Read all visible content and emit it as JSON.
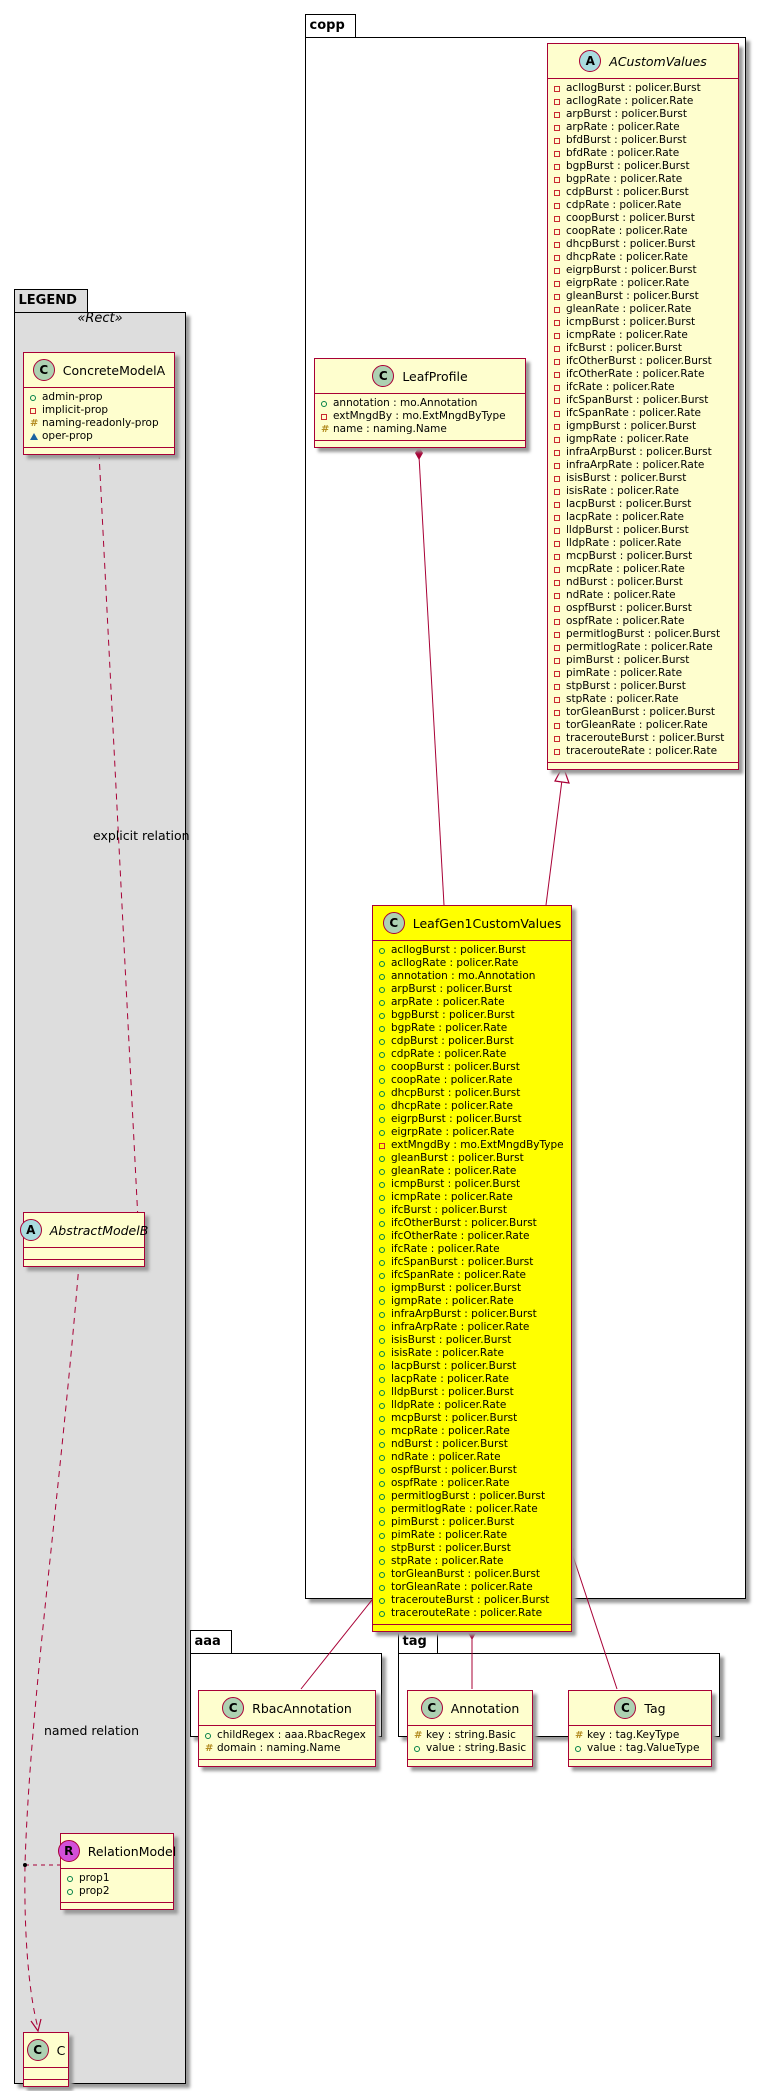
{
  "packages": {
    "legend": {
      "name": "LEGEND",
      "stereotype": "«Rect»"
    },
    "copp": {
      "name": "copp"
    },
    "aaa": {
      "name": "aaa"
    },
    "tag": {
      "name": "tag"
    }
  },
  "classes": {
    "concrete_model_a": {
      "name": "ConcreteModelA",
      "spot": "C",
      "attributes": [
        {
          "vis": "public",
          "text": "admin-prop"
        },
        {
          "vis": "private",
          "text": "implicit-prop"
        },
        {
          "vis": "protected",
          "text": "naming-readonly-prop"
        },
        {
          "vis": "package",
          "text": "oper-prop"
        }
      ]
    },
    "abstract_model_b": {
      "name": "AbstractModelB",
      "spot": "A",
      "attributes": []
    },
    "relation_model": {
      "name": "RelationModel",
      "spot": "R",
      "attributes": [
        {
          "vis": "public",
          "text": "prop1"
        },
        {
          "vis": "public",
          "text": "prop2"
        }
      ]
    },
    "class_c": {
      "name": "C",
      "spot": "C",
      "attributes": []
    },
    "leaf_profile": {
      "name": "LeafProfile",
      "spot": "C",
      "attributes": [
        {
          "vis": "public",
          "text": "annotation : mo.Annotation"
        },
        {
          "vis": "private",
          "text": "extMngdBy : mo.ExtMngdByType"
        },
        {
          "vis": "protected",
          "text": "name : naming.Name"
        }
      ]
    },
    "a_custom_values": {
      "name": "ACustomValues",
      "spot": "A",
      "attributes": [
        {
          "vis": "private",
          "text": "acllogBurst : policer.Burst"
        },
        {
          "vis": "private",
          "text": "acllogRate : policer.Rate"
        },
        {
          "vis": "private",
          "text": "arpBurst : policer.Burst"
        },
        {
          "vis": "private",
          "text": "arpRate : policer.Rate"
        },
        {
          "vis": "private",
          "text": "bfdBurst : policer.Burst"
        },
        {
          "vis": "private",
          "text": "bfdRate : policer.Rate"
        },
        {
          "vis": "private",
          "text": "bgpBurst : policer.Burst"
        },
        {
          "vis": "private",
          "text": "bgpRate : policer.Rate"
        },
        {
          "vis": "private",
          "text": "cdpBurst : policer.Burst"
        },
        {
          "vis": "private",
          "text": "cdpRate : policer.Rate"
        },
        {
          "vis": "private",
          "text": "coopBurst : policer.Burst"
        },
        {
          "vis": "private",
          "text": "coopRate : policer.Rate"
        },
        {
          "vis": "private",
          "text": "dhcpBurst : policer.Burst"
        },
        {
          "vis": "private",
          "text": "dhcpRate : policer.Rate"
        },
        {
          "vis": "private",
          "text": "eigrpBurst : policer.Burst"
        },
        {
          "vis": "private",
          "text": "eigrpRate : policer.Rate"
        },
        {
          "vis": "private",
          "text": "gleanBurst : policer.Burst"
        },
        {
          "vis": "private",
          "text": "gleanRate : policer.Rate"
        },
        {
          "vis": "private",
          "text": "icmpBurst : policer.Burst"
        },
        {
          "vis": "private",
          "text": "icmpRate : policer.Rate"
        },
        {
          "vis": "private",
          "text": "ifcBurst : policer.Burst"
        },
        {
          "vis": "private",
          "text": "ifcOtherBurst : policer.Burst"
        },
        {
          "vis": "private",
          "text": "ifcOtherRate : policer.Rate"
        },
        {
          "vis": "private",
          "text": "ifcRate : policer.Rate"
        },
        {
          "vis": "private",
          "text": "ifcSpanBurst : policer.Burst"
        },
        {
          "vis": "private",
          "text": "ifcSpanRate : policer.Rate"
        },
        {
          "vis": "private",
          "text": "igmpBurst : policer.Burst"
        },
        {
          "vis": "private",
          "text": "igmpRate : policer.Rate"
        },
        {
          "vis": "private",
          "text": "infraArpBurst : policer.Burst"
        },
        {
          "vis": "private",
          "text": "infraArpRate : policer.Rate"
        },
        {
          "vis": "private",
          "text": "isisBurst : policer.Burst"
        },
        {
          "vis": "private",
          "text": "isisRate : policer.Rate"
        },
        {
          "vis": "private",
          "text": "lacpBurst : policer.Burst"
        },
        {
          "vis": "private",
          "text": "lacpRate : policer.Rate"
        },
        {
          "vis": "private",
          "text": "lldpBurst : policer.Burst"
        },
        {
          "vis": "private",
          "text": "lldpRate : policer.Rate"
        },
        {
          "vis": "private",
          "text": "mcpBurst : policer.Burst"
        },
        {
          "vis": "private",
          "text": "mcpRate : policer.Rate"
        },
        {
          "vis": "private",
          "text": "ndBurst : policer.Burst"
        },
        {
          "vis": "private",
          "text": "ndRate : policer.Rate"
        },
        {
          "vis": "private",
          "text": "ospfBurst : policer.Burst"
        },
        {
          "vis": "private",
          "text": "ospfRate : policer.Rate"
        },
        {
          "vis": "private",
          "text": "permitlogBurst : policer.Burst"
        },
        {
          "vis": "private",
          "text": "permitlogRate : policer.Rate"
        },
        {
          "vis": "private",
          "text": "pimBurst : policer.Burst"
        },
        {
          "vis": "private",
          "text": "pimRate : policer.Rate"
        },
        {
          "vis": "private",
          "text": "stpBurst : policer.Burst"
        },
        {
          "vis": "private",
          "text": "stpRate : policer.Rate"
        },
        {
          "vis": "private",
          "text": "torGleanBurst : policer.Burst"
        },
        {
          "vis": "private",
          "text": "torGleanRate : policer.Rate"
        },
        {
          "vis": "private",
          "text": "tracerouteBurst : policer.Burst"
        },
        {
          "vis": "private",
          "text": "tracerouteRate : policer.Rate"
        }
      ]
    },
    "leaf_gen1_custom_values": {
      "name": "LeafGen1CustomValues",
      "spot": "C",
      "attributes": [
        {
          "vis": "public",
          "text": "acllogBurst : policer.Burst"
        },
        {
          "vis": "public",
          "text": "acllogRate : policer.Rate"
        },
        {
          "vis": "public",
          "text": "annotation : mo.Annotation"
        },
        {
          "vis": "public",
          "text": "arpBurst : policer.Burst"
        },
        {
          "vis": "public",
          "text": "arpRate : policer.Rate"
        },
        {
          "vis": "public",
          "text": "bgpBurst : policer.Burst"
        },
        {
          "vis": "public",
          "text": "bgpRate : policer.Rate"
        },
        {
          "vis": "public",
          "text": "cdpBurst : policer.Burst"
        },
        {
          "vis": "public",
          "text": "cdpRate : policer.Rate"
        },
        {
          "vis": "public",
          "text": "coopBurst : policer.Burst"
        },
        {
          "vis": "public",
          "text": "coopRate : policer.Rate"
        },
        {
          "vis": "public",
          "text": "dhcpBurst : policer.Burst"
        },
        {
          "vis": "public",
          "text": "dhcpRate : policer.Rate"
        },
        {
          "vis": "public",
          "text": "eigrpBurst : policer.Burst"
        },
        {
          "vis": "public",
          "text": "eigrpRate : policer.Rate"
        },
        {
          "vis": "private",
          "text": "extMngdBy : mo.ExtMngdByType"
        },
        {
          "vis": "public",
          "text": "gleanBurst : policer.Burst"
        },
        {
          "vis": "public",
          "text": "gleanRate : policer.Rate"
        },
        {
          "vis": "public",
          "text": "icmpBurst : policer.Burst"
        },
        {
          "vis": "public",
          "text": "icmpRate : policer.Rate"
        },
        {
          "vis": "public",
          "text": "ifcBurst : policer.Burst"
        },
        {
          "vis": "public",
          "text": "ifcOtherBurst : policer.Burst"
        },
        {
          "vis": "public",
          "text": "ifcOtherRate : policer.Rate"
        },
        {
          "vis": "public",
          "text": "ifcRate : policer.Rate"
        },
        {
          "vis": "public",
          "text": "ifcSpanBurst : policer.Burst"
        },
        {
          "vis": "public",
          "text": "ifcSpanRate : policer.Rate"
        },
        {
          "vis": "public",
          "text": "igmpBurst : policer.Burst"
        },
        {
          "vis": "public",
          "text": "igmpRate : policer.Rate"
        },
        {
          "vis": "public",
          "text": "infraArpBurst : policer.Burst"
        },
        {
          "vis": "public",
          "text": "infraArpRate : policer.Rate"
        },
        {
          "vis": "public",
          "text": "isisBurst : policer.Burst"
        },
        {
          "vis": "public",
          "text": "isisRate : policer.Rate"
        },
        {
          "vis": "public",
          "text": "lacpBurst : policer.Burst"
        },
        {
          "vis": "public",
          "text": "lacpRate : policer.Rate"
        },
        {
          "vis": "public",
          "text": "lldpBurst : policer.Burst"
        },
        {
          "vis": "public",
          "text": "lldpRate : policer.Rate"
        },
        {
          "vis": "public",
          "text": "mcpBurst : policer.Burst"
        },
        {
          "vis": "public",
          "text": "mcpRate : policer.Rate"
        },
        {
          "vis": "public",
          "text": "ndBurst : policer.Burst"
        },
        {
          "vis": "public",
          "text": "ndRate : policer.Rate"
        },
        {
          "vis": "public",
          "text": "ospfBurst : policer.Burst"
        },
        {
          "vis": "public",
          "text": "ospfRate : policer.Rate"
        },
        {
          "vis": "public",
          "text": "permitlogBurst : policer.Burst"
        },
        {
          "vis": "public",
          "text": "permitlogRate : policer.Rate"
        },
        {
          "vis": "public",
          "text": "pimBurst : policer.Burst"
        },
        {
          "vis": "public",
          "text": "pimRate : policer.Rate"
        },
        {
          "vis": "public",
          "text": "stpBurst : policer.Burst"
        },
        {
          "vis": "public",
          "text": "stpRate : policer.Rate"
        },
        {
          "vis": "public",
          "text": "torGleanBurst : policer.Burst"
        },
        {
          "vis": "public",
          "text": "torGleanRate : policer.Rate"
        },
        {
          "vis": "public",
          "text": "tracerouteBurst : policer.Burst"
        },
        {
          "vis": "public",
          "text": "tracerouteRate : policer.Rate"
        }
      ]
    },
    "rbac_annotation": {
      "name": "RbacAnnotation",
      "spot": "C",
      "attributes": [
        {
          "vis": "public",
          "text": "childRegex : aaa.RbacRegex"
        },
        {
          "vis": "protected",
          "text": "domain : naming.Name"
        }
      ]
    },
    "annotation": {
      "name": "Annotation",
      "spot": "C",
      "attributes": [
        {
          "vis": "protected",
          "text": "key : string.Basic"
        },
        {
          "vis": "public",
          "text": "value : string.Basic"
        }
      ]
    },
    "tag": {
      "name": "Tag",
      "spot": "C",
      "attributes": [
        {
          "vis": "protected",
          "text": "key : tag.KeyType"
        },
        {
          "vis": "public",
          "text": "value : tag.ValueType"
        }
      ]
    }
  },
  "relations": {
    "explicit_label": "explicit relation",
    "named_label": "named relation"
  },
  "colors": {
    "class_fill": "#fefece",
    "class_border": "#a80036",
    "highlight_fill": "#ffff00",
    "legend_fill": "#dddddd"
  }
}
